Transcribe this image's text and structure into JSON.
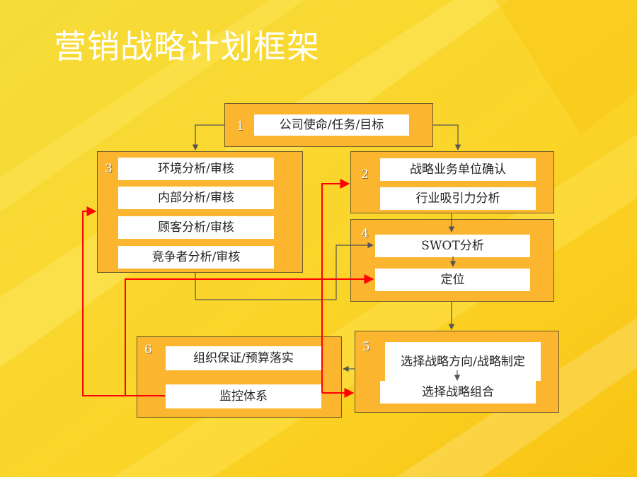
{
  "title": "营销战略计划框架",
  "boxes": {
    "b1": {
      "num": "1",
      "items": [
        "公司使命/任务/目标"
      ]
    },
    "b2": {
      "num": "2",
      "items": [
        "战略业务单位确认",
        "行业吸引力分析"
      ]
    },
    "b3": {
      "num": "3",
      "items": [
        "环境分析/审核",
        "内部分析/审核",
        "顾客分析/审核",
        "竞争者分析/审核"
      ]
    },
    "b4": {
      "num": "4",
      "items": [
        "SWOT分析",
        "定位"
      ]
    },
    "b5": {
      "num": "5",
      "items": [
        "选择战略方向/战略制定",
        "选择战略组合"
      ]
    },
    "b6": {
      "num": "6",
      "items": [
        "组织保证/预算落实",
        "监控体系"
      ]
    }
  },
  "colors": {
    "box": "#fbb52f",
    "connector": "#555555",
    "feedback": "#ff0000"
  }
}
